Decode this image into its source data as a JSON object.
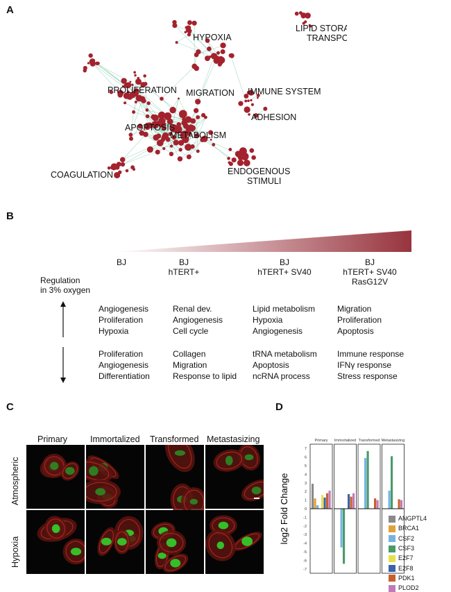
{
  "panels": {
    "a": "A",
    "b": "B",
    "c": "C",
    "d": "D"
  },
  "network": {
    "labels": [
      "HYPOXIA",
      "LIPID STORAGE AND",
      "TRANSPORT",
      "PROLIFERATION",
      "MIGRATION",
      "IMMUNE SYSTEM",
      "ADHESION",
      "APOPTOSIS",
      "METABOLISM",
      "COAGULATION",
      "ENDOGENOUS",
      "STIMULI"
    ]
  },
  "table": {
    "columns": [
      "BJ",
      "BJ\nhTERT+",
      "BJ\nhTERT+ SV40",
      "BJ\nhTERT+ SV40\nRasG12V"
    ],
    "regulation_label": "Regulation\nin 3% oxygen",
    "up": [
      [
        "Angiogenesis",
        "Proliferation",
        "Hypoxia"
      ],
      [
        "Renal dev.",
        "Angiogenesis",
        "Cell cycle"
      ],
      [
        "Lipid metabolism",
        "Hypoxia",
        "Angiogenesis"
      ],
      [
        "Migration",
        "Proliferation",
        "Apoptosis"
      ]
    ],
    "down": [
      [
        "Proliferation",
        "Angiogenesis",
        "Differentiation"
      ],
      [
        "Collagen",
        "Migration",
        "Response to lipid"
      ],
      [
        "tRNA metabolism",
        "Apoptosis",
        "ncRNA process"
      ],
      [
        "Immune response",
        "IFNγ response",
        "Stress response"
      ]
    ]
  },
  "microscopy": {
    "columns": [
      "Primary",
      "Immortalized",
      "Transformed",
      "Metastasizing"
    ],
    "rows": [
      "Atmospheric",
      "Hypoxia"
    ]
  },
  "chart_data": {
    "type": "bar",
    "facets": [
      "Primary",
      "Immortalized",
      "Transformed",
      "Metastasizing"
    ],
    "ylabel": "log2 Fold Change",
    "ylim": [
      -7.5,
      7.5
    ],
    "yticks": [
      "7",
      "6",
      "5",
      "4",
      "3",
      "2",
      "1",
      "0",
      "-1",
      "-2",
      "-3",
      "-4",
      "-5",
      "-6",
      "-7"
    ],
    "series": [
      {
        "name": "ANGPTL4",
        "color": "#8a8a8a",
        "values": [
          2.9,
          0,
          0,
          0
        ]
      },
      {
        "name": "BRCA1",
        "color": "#e0a23a",
        "values": [
          1.2,
          0,
          0,
          0
        ]
      },
      {
        "name": "CSF2",
        "color": "#76b4e0",
        "values": [
          0.4,
          -4.5,
          5.9,
          2.1
        ]
      },
      {
        "name": "CSF3",
        "color": "#4a9a6a",
        "values": [
          0,
          -6.4,
          6.7,
          6.1
        ]
      },
      {
        "name": "E2F7",
        "color": "#e6e14a",
        "values": [
          1.6,
          0,
          0,
          0
        ]
      },
      {
        "name": "E2F8",
        "color": "#3e62a8",
        "values": [
          1.3,
          1.7,
          0,
          0
        ]
      },
      {
        "name": "PDK1",
        "color": "#c8602e",
        "values": [
          1.8,
          1.4,
          1.2,
          1.1
        ]
      },
      {
        "name": "PLOD2",
        "color": "#c27ab6",
        "values": [
          2.1,
          1.8,
          1.0,
          1.0
        ]
      }
    ]
  },
  "colors": {
    "node": "#a3222e",
    "edge": "#8fd1b6",
    "gradient_start": "#ffffff",
    "gradient_end": "#98343e"
  }
}
